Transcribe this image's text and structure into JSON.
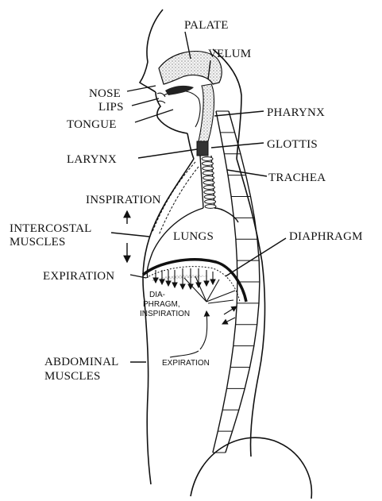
{
  "labels": {
    "palate": "PALATE",
    "velum": "VELUM",
    "nose": "NOSE",
    "lips": "LIPS",
    "tongue": "TONGUE",
    "pharynx": "PHARYNX",
    "glottis": "GLOTTIS",
    "larynx": "LARYNX",
    "trachea": "TRACHEA",
    "inspiration": "INSPIRATION",
    "intercostal_line1": "INTERCOSTAL",
    "intercostal_line2": "MUSCLES",
    "lungs": "LUNGS",
    "diaphragm": "DIAPHRAGM",
    "expiration": "EXPIRATION",
    "dia_line1": "DIA-",
    "dia_line2": "PHRAGM,",
    "dia_line3": "INSPIRATION",
    "abdominal_line1": "ABDOMINAL",
    "abdominal_line2": "MUSCLES",
    "expiration_small": "EXPIRATION"
  }
}
